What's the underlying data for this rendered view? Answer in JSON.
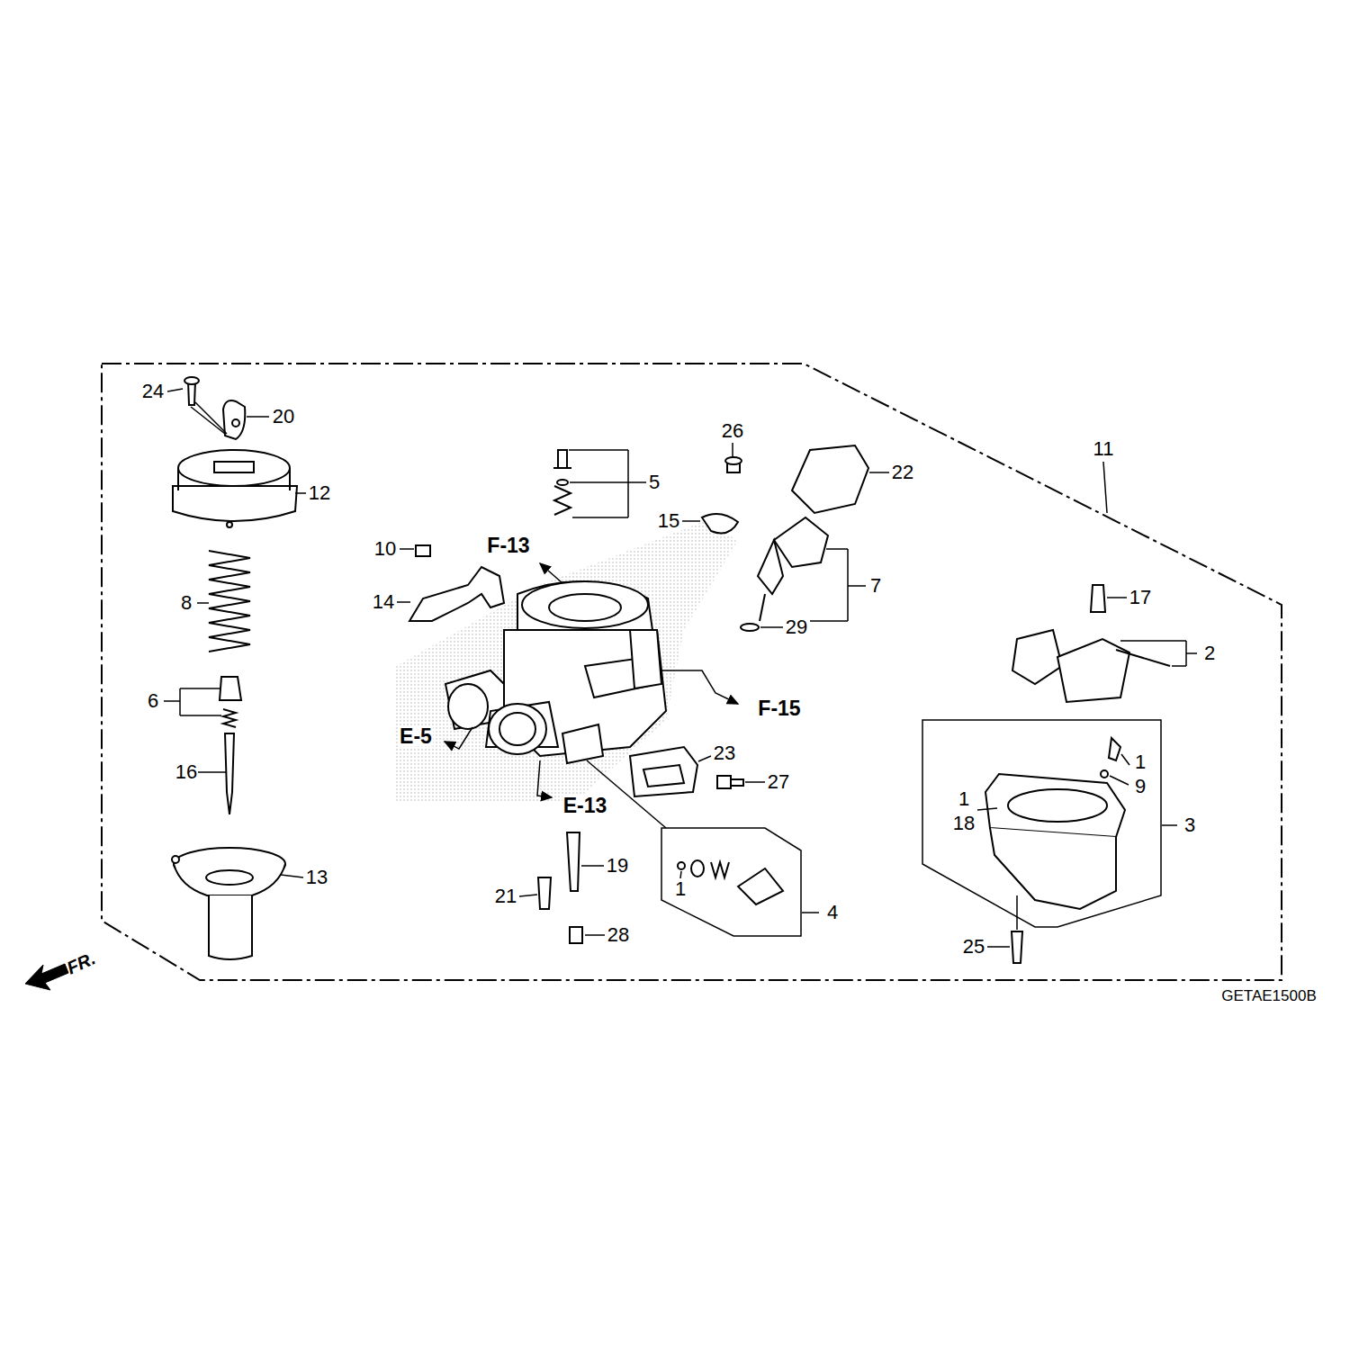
{
  "diagram": {
    "labels": [
      "24",
      "20",
      "12",
      "8",
      "6",
      "16",
      "13",
      "10",
      "F-13",
      "14",
      "5",
      "26",
      "15",
      "22",
      "7",
      "29",
      "F-15",
      "E-5",
      "E-13",
      "23",
      "27",
      "19",
      "21",
      "28",
      "1",
      "4",
      "11",
      "17",
      "2",
      "1",
      "9",
      "1",
      "18",
      "3",
      "25",
      "FR.",
      "GETAE1500B"
    ]
  }
}
